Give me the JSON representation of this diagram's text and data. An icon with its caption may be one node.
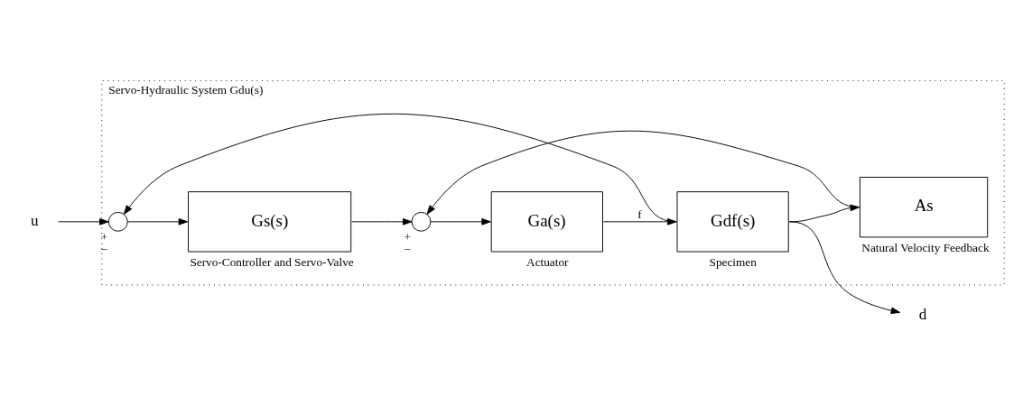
{
  "diagram": {
    "nodes": [
      {
        "text": [
          "u"
        ]
      },
      {
        "text": [
          "Servo-Hydraulic System Gdu(s)"
        ]
      },
      {
        "text": [],
        "shape": "circle",
        "beside": [
          "+",
          "−"
        ],
        "in": 1
      },
      {
        "text": [
          "Gs(s)"
        ],
        "beside": [
          "Servo-Controller and Servo-Valve"
        ],
        "in": 1
      },
      {
        "text": [],
        "shape": "circle",
        "beside": [
          "+",
          "−"
        ],
        "in": 1
      },
      {
        "text": [
          "Ga(s)"
        ],
        "beside": [
          "Actuator"
        ],
        "in": 1
      },
      {
        "text": [
          "Gdf(s)"
        ],
        "beside": [
          "Specimen"
        ],
        "in": 1
      },
      {
        "text": [
          "As"
        ],
        "beside": [
          "Natural Velocity Feedback"
        ],
        "in": 1
      },
      {
        "text": [
          "d"
        ]
      }
    ],
    "edges": [
      {
        "from": 0,
        "to": 2,
        "arrow": "to"
      },
      {
        "from": 2,
        "to": 3,
        "arrow": "to"
      },
      {
        "from": 3,
        "to": 4,
        "arrow": "to"
      },
      {
        "from": 4,
        "to": 5,
        "arrow": "to"
      },
      {
        "from": 5,
        "to": 6,
        "arrow": "to",
        "label": "f"
      },
      {
        "from": 6,
        "to": 8,
        "arrow": "to"
      },
      {
        "from": 6,
        "to": 7,
        "arrow": "to"
      },
      {
        "from": 7,
        "to": 4,
        "arrow": "to"
      },
      {
        "from": 6,
        "to": 2,
        "arrow": "to"
      }
    ]
  }
}
